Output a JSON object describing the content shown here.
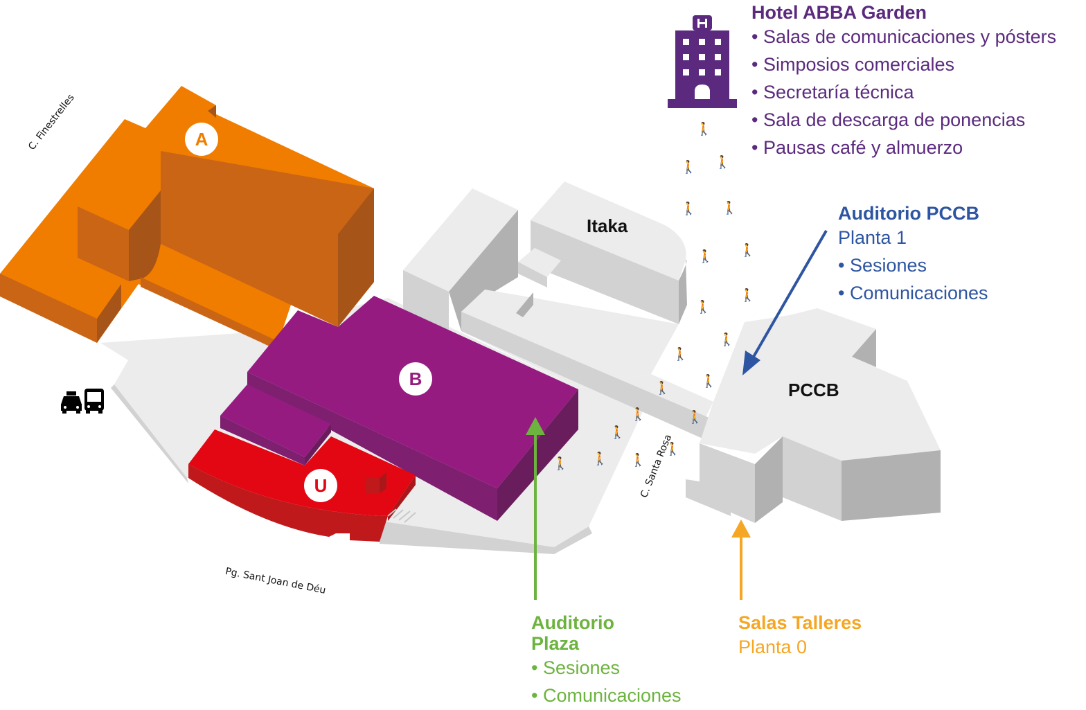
{
  "hotel": {
    "title": "Hotel ABBA Garden",
    "icon": "hotel-building-icon",
    "items": [
      "• Salas de comunicaciones y pósters",
      "• Simposios comerciales",
      "• Secretaría técnica",
      "• Sala de descarga de ponencias",
      "• Pausas café y almuerzo"
    ]
  },
  "auditorio_pccb": {
    "title": "Auditorio PCCB",
    "floor": "Planta 1",
    "items": [
      "• Sesiones",
      "• Comunicaciones"
    ]
  },
  "auditorio_plaza": {
    "title_line1": "Auditorio",
    "title_line2": "Plaza",
    "items": [
      "• Sesiones",
      "• Comunicaciones"
    ]
  },
  "salas_talleres": {
    "title": "Salas Talleres",
    "floor": "Planta 0"
  },
  "buildings": {
    "a": "A",
    "b": "B",
    "u": "U",
    "itaka": "Itaka",
    "pccb": "PCCB"
  },
  "streets": {
    "finestrelles": "C. Finestrelles",
    "santa_rosa": "C. Santa Rosa",
    "sant_joan": "Pg. Sant Joan de Déu"
  },
  "transport": {
    "taxi": "taxi-icon",
    "bus": "bus-icon"
  },
  "colors": {
    "hotel": "#5b2a7e",
    "pccb": "#2e55a1",
    "plaza": "#6db33f",
    "talleres": "#f5a623",
    "building_a": "#f07d00",
    "building_b": "#951b81",
    "building_u": "#e30613",
    "neutral": "#ececec"
  },
  "walker_glyph": "🚶"
}
